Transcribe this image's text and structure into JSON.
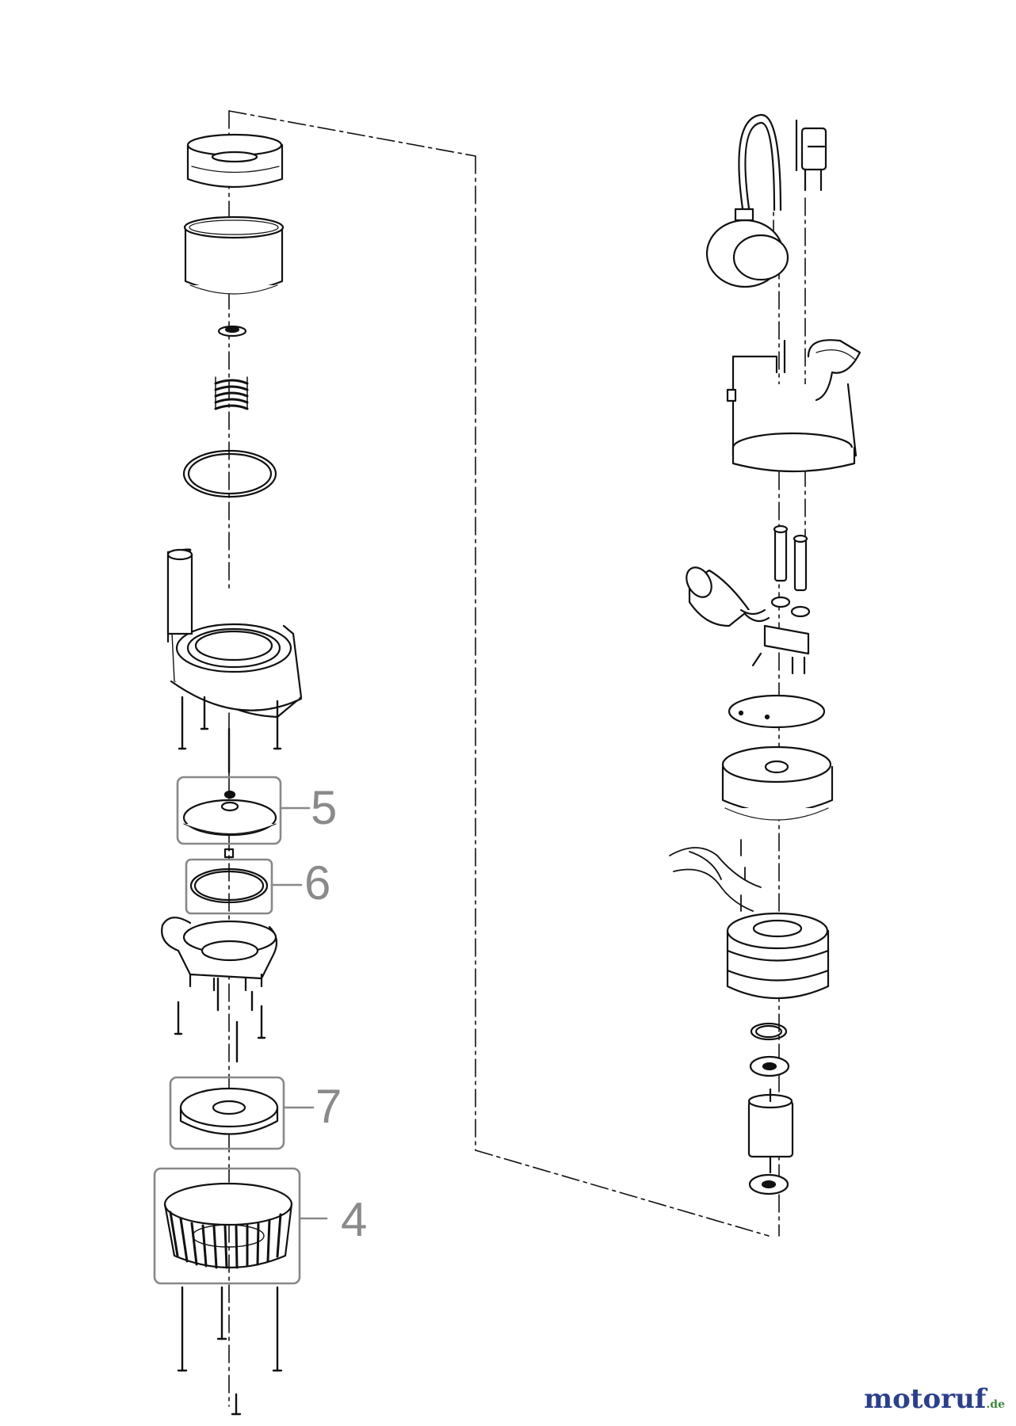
{
  "callouts": [
    {
      "id": "5",
      "label": "5"
    },
    {
      "id": "6",
      "label": "6"
    },
    {
      "id": "7",
      "label": "7"
    },
    {
      "id": "4",
      "label": "4"
    }
  ],
  "logo": {
    "name": "motoruf",
    "tld": ".de",
    "color": "#2a3f8f"
  },
  "colors": {
    "line": "#111111",
    "callout": "#8a8a8a"
  }
}
